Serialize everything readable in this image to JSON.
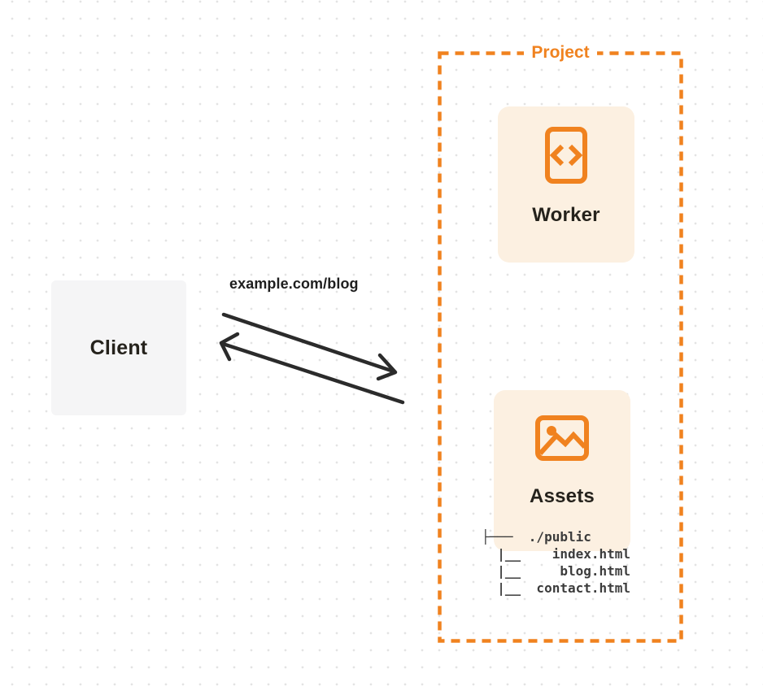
{
  "theme": {
    "accent": "#F0821F",
    "card-bg": "#FCF0E1",
    "client-bg": "#F5F5F6",
    "ink": "#25221C",
    "arrow-color": "#2B2B2B",
    "tree-ink": "#3C3C3C",
    "dot-color": "#E3E3E3",
    "canvas-bg": "#FFFFFF"
  },
  "client": {
    "label": "Client"
  },
  "request": {
    "url_label": "example.com/blog"
  },
  "project": {
    "label": "Project",
    "worker": {
      "label": "Worker",
      "icon": "code-document-icon"
    },
    "assets": {
      "label": "Assets",
      "icon": "image-icon"
    },
    "file_tree": [
      "├───  ./public",
      "  |__    index.html",
      "  |__     blog.html",
      "  |__  contact.html"
    ]
  }
}
